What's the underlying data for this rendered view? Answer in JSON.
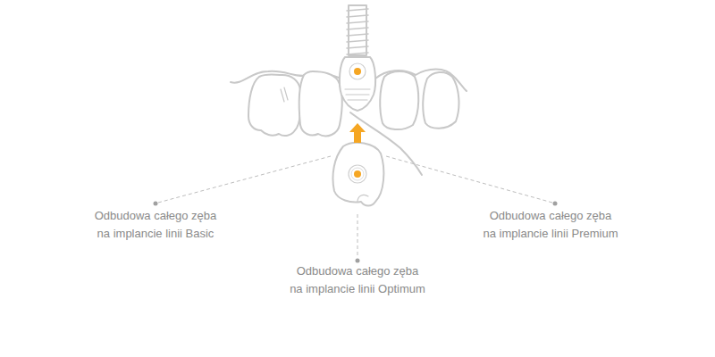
{
  "diagram": {
    "labels": [
      "Odbudowa całego zęba na implancie linii Basic",
      "Odbudowa całego zęba na implancie linii Optimum",
      "Odbudowa całego zęba na implancie linii Premium"
    ]
  }
}
